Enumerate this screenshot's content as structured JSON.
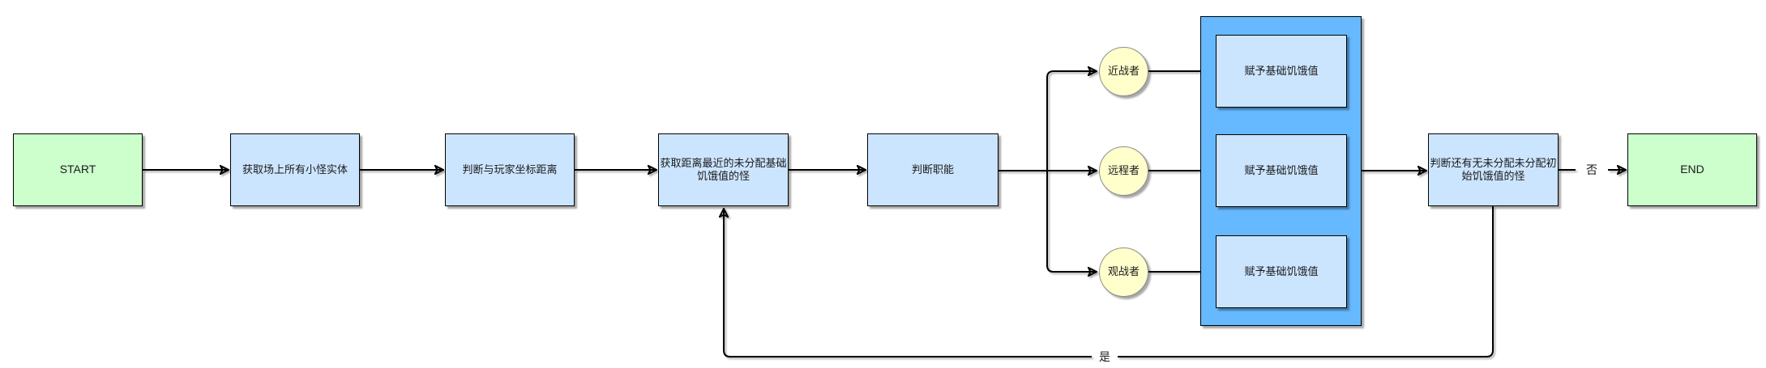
{
  "diagram": {
    "background": "#ffffff",
    "colors": {
      "background": "#ffffff",
      "terminal_fill": "#ccffcc",
      "process_fill": "#cce5ff",
      "container_fill": "#66b9ff",
      "circle_fill": "#ffffcc",
      "circle_border": "#8f8f8f",
      "node_border": "#000000",
      "edge_color": "#000000",
      "text_color": "#1a1a1a"
    },
    "nodes": {
      "start": {
        "label": "START"
      },
      "get_all_minions": {
        "label": "获取场上所有小怪实体"
      },
      "judge_player_distance": {
        "label": "判断与玩家坐标距离"
      },
      "get_nearest_unassigned": {
        "label": "获取距离最近的未分配基础饥饿值的怪"
      },
      "judge_role": {
        "label": "判断职能"
      },
      "melee": {
        "label": "近战者"
      },
      "ranged": {
        "label": "远程者"
      },
      "spectator": {
        "label": "观战者"
      },
      "assign_melee": {
        "label": "赋予基础饥饿值"
      },
      "assign_ranged": {
        "label": "赋予基础饥饿值"
      },
      "assign_spectator": {
        "label": "赋予基础饥饿值"
      },
      "judge_remaining": {
        "label": "判断还有无未分配未分配初始饥饿值的怪"
      },
      "end": {
        "label": "END"
      }
    },
    "edge_labels": {
      "yes": "是",
      "no": "否"
    }
  }
}
